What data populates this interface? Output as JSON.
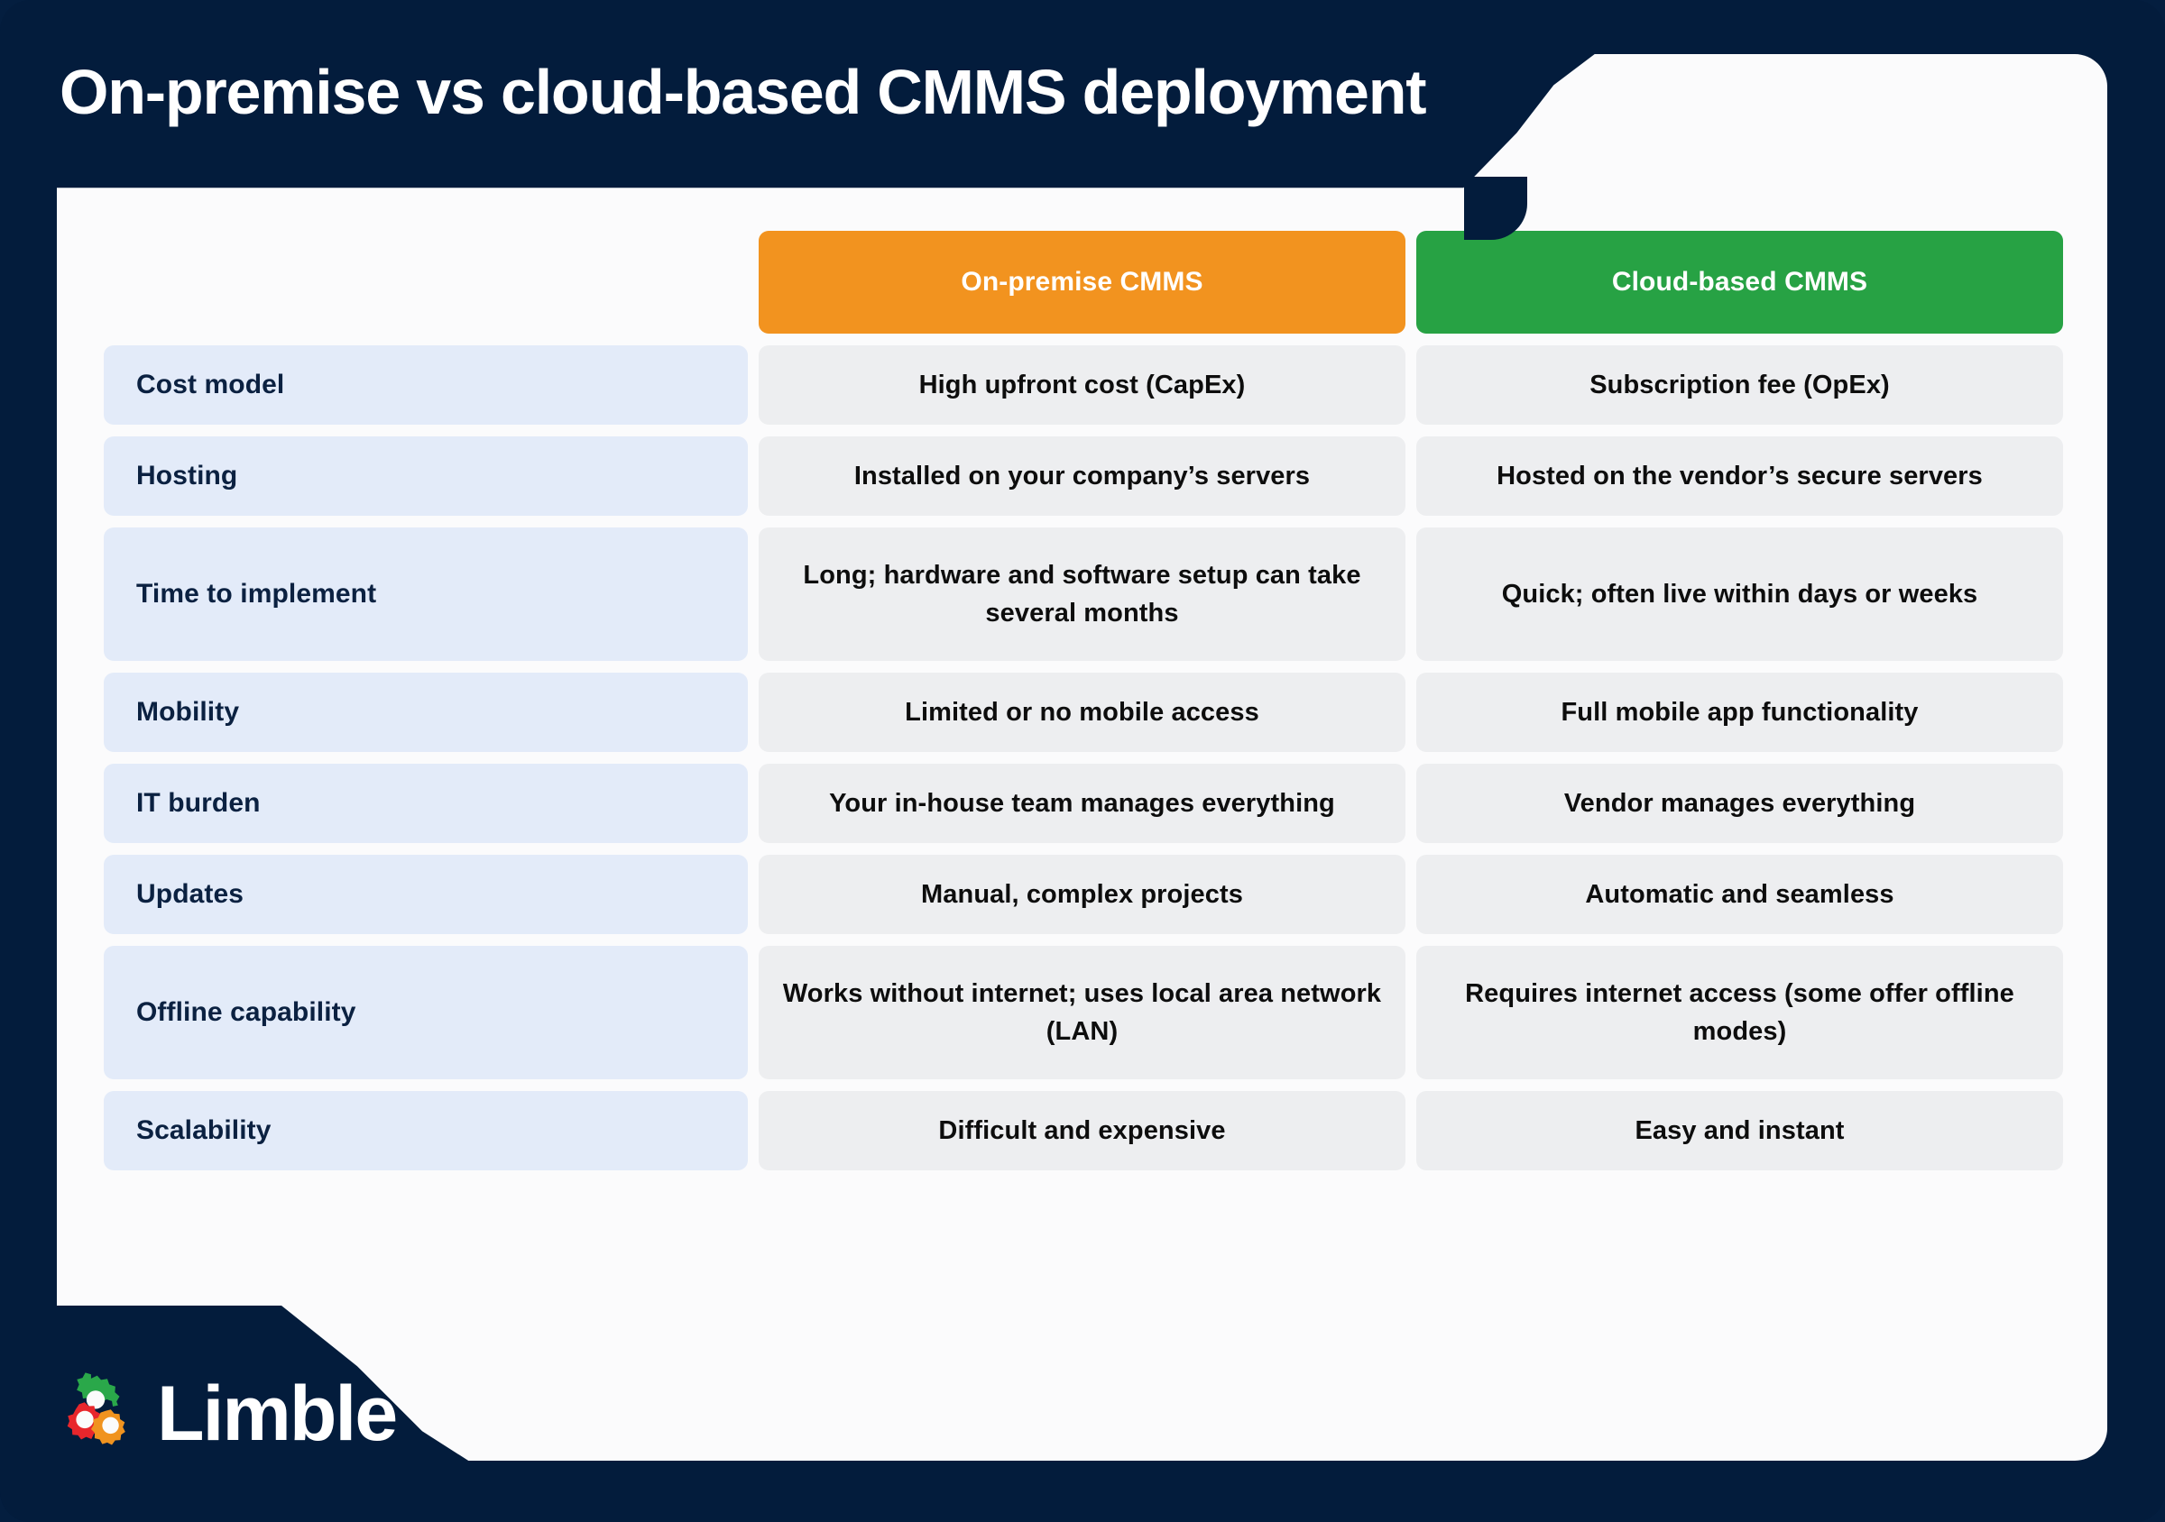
{
  "title": "On-premise vs cloud-based CMMS deployment",
  "brand": {
    "name": "Limble",
    "logo_icon": "limble-gear-logo-icon",
    "colors": {
      "navy": "#031c3c",
      "orange": "#f2931f",
      "green": "#27a244",
      "red": "#e03131",
      "label_blue": "#e3ebf9",
      "value_gray": "#edeef0",
      "card": "#fbfbfc"
    }
  },
  "table": {
    "columns": [
      {
        "key": "feature",
        "label": ""
      },
      {
        "key": "on_premise",
        "label": "On-premise CMMS"
      },
      {
        "key": "cloud",
        "label": "Cloud-based CMMS"
      }
    ],
    "rows": [
      {
        "feature": "Cost model",
        "on_premise": "High upfront cost (CapEx)",
        "cloud": "Subscription fee (OpEx)",
        "height": "1"
      },
      {
        "feature": "Hosting",
        "on_premise": "Installed on your company’s servers",
        "cloud": "Hosted on the vendor’s secure servers",
        "height": "1"
      },
      {
        "feature": "Time to implement",
        "on_premise": "Long; hardware and software setup can take several months",
        "cloud": "Quick; often live within days or weeks",
        "height": "2"
      },
      {
        "feature": "Mobility",
        "on_premise": "Limited or no mobile access",
        "cloud": "Full mobile app functionality",
        "height": "1"
      },
      {
        "feature": "IT burden",
        "on_premise": "Your in-house team manages everything",
        "cloud": "Vendor manages everything",
        "height": "1"
      },
      {
        "feature": "Updates",
        "on_premise": "Manual, complex projects",
        "cloud": "Automatic and seamless",
        "height": "1"
      },
      {
        "feature": "Offline capability",
        "on_premise": "Works without internet; uses local area network (LAN)",
        "cloud": "Requires internet access (some offer offline modes)",
        "height": "2"
      },
      {
        "feature": "Scalability",
        "on_premise": "Difficult and expensive",
        "cloud": "Easy and instant",
        "height": "1"
      }
    ]
  }
}
